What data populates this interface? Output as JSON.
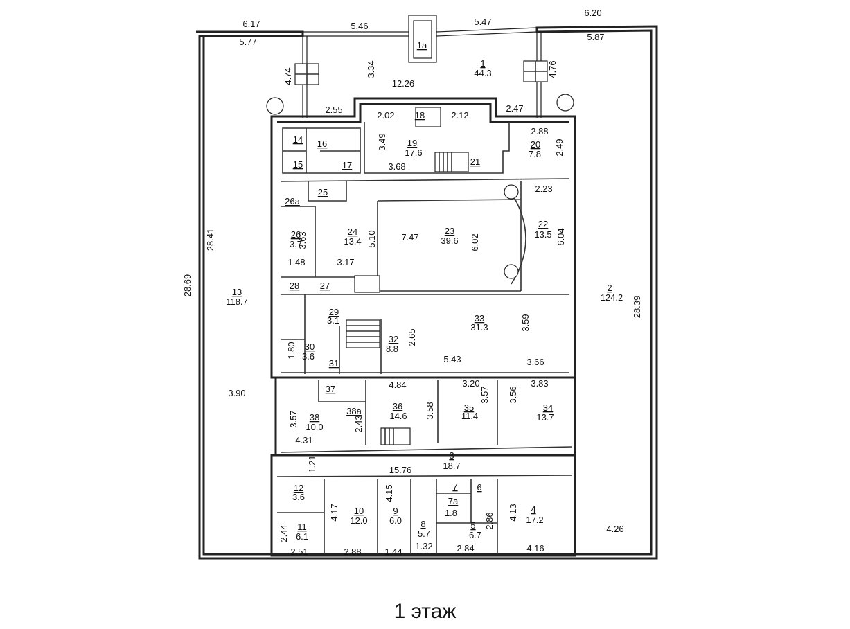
{
  "caption": "1 этаж",
  "rooms": [
    {
      "num": "1a",
      "area": ""
    },
    {
      "num": "1",
      "area": "44.3"
    },
    {
      "num": "2",
      "area": "124.2"
    },
    {
      "num": "3",
      "area": "18.7"
    },
    {
      "num": "4",
      "area": "17.2"
    },
    {
      "num": "5",
      "area": "6.7"
    },
    {
      "num": "6",
      "area": ""
    },
    {
      "num": "7",
      "area": ""
    },
    {
      "num": "7a",
      "area": "1.8"
    },
    {
      "num": "8",
      "area": "5.7"
    },
    {
      "num": "9",
      "area": "6.0"
    },
    {
      "num": "10",
      "area": "12.0"
    },
    {
      "num": "11",
      "area": "6.1"
    },
    {
      "num": "12",
      "area": "3.6"
    },
    {
      "num": "13",
      "area": "118.7"
    },
    {
      "num": "14",
      "area": ""
    },
    {
      "num": "15",
      "area": ""
    },
    {
      "num": "16",
      "area": ""
    },
    {
      "num": "17",
      "area": ""
    },
    {
      "num": "18",
      "area": ""
    },
    {
      "num": "19",
      "area": "17.6"
    },
    {
      "num": "20",
      "area": "7.8"
    },
    {
      "num": "21",
      "area": ""
    },
    {
      "num": "22",
      "area": "13.5"
    },
    {
      "num": "23",
      "area": "39.6"
    },
    {
      "num": "24",
      "area": "13.4"
    },
    {
      "num": "25",
      "area": ""
    },
    {
      "num": "26",
      "area": "3.7"
    },
    {
      "num": "26a",
      "area": ""
    },
    {
      "num": "27",
      "area": ""
    },
    {
      "num": "28",
      "area": ""
    },
    {
      "num": "29",
      "area": "3.1"
    },
    {
      "num": "30",
      "area": "3.6"
    },
    {
      "num": "31",
      "area": ""
    },
    {
      "num": "32",
      "area": "8.8"
    },
    {
      "num": "33",
      "area": "31.3"
    },
    {
      "num": "34",
      "area": "13.7"
    },
    {
      "num": "35",
      "area": "11.4"
    },
    {
      "num": "36",
      "area": "14.6"
    },
    {
      "num": "37",
      "area": ""
    },
    {
      "num": "38",
      "area": "10.0"
    },
    {
      "num": "38a",
      "area": ""
    }
  ],
  "dimensions": [
    "6.17",
    "5.77",
    "5.46",
    "5.47",
    "6.20",
    "5.87",
    "4.74",
    "4.76",
    "3.34",
    "12.26",
    "2.55",
    "2.02",
    "2.12",
    "2.47",
    "3.49",
    "2.88",
    "2.49",
    "3.68",
    "2.23",
    "7.47",
    "6.02",
    "5.10",
    "3.63",
    "6.04",
    "1.48",
    "3.17",
    "28.41",
    "28.69",
    "28.39",
    "2.65",
    "3.59",
    "1.80",
    "5.43",
    "3.66",
    "3.90",
    "4.84",
    "3.20",
    "3.83",
    "3.57",
    "3.58",
    "3.57",
    "3.56",
    "2.43",
    "4.31",
    "1.21",
    "15.76",
    "4.15",
    "4.17",
    "4.13",
    "2.44",
    "2.86",
    "2.51",
    "2.88",
    "1.44",
    "1.32",
    "2.84",
    "4.16",
    "4.26"
  ]
}
